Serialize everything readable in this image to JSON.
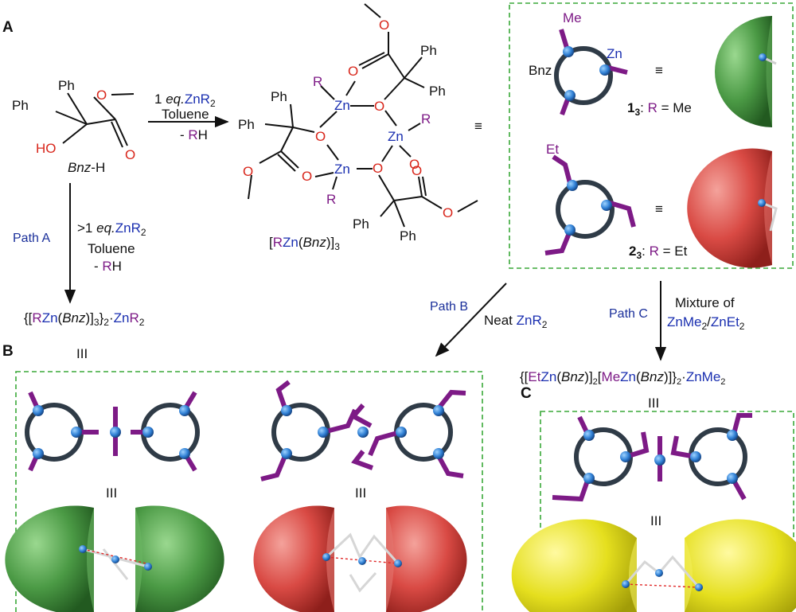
{
  "panels": {
    "A": "A",
    "B": "B",
    "C": "C"
  },
  "colors": {
    "zn": "#1a2fb0",
    "r_group": "#7d1a86",
    "oxygen": "#d8261b",
    "green_cap": "#4b9a45",
    "red_cap": "#d94a44",
    "yellow_cap": "#e5df1e",
    "dashed_box": "#3aa839"
  },
  "start": {
    "ph1": "Ph",
    "ph2": "Ph",
    "ho": "HO",
    "o": "O",
    "name_italic": "Bnz",
    "name_suffix": "-H"
  },
  "step1": {
    "reagent": "1 eq.ZnR2",
    "solvent": "Toluene",
    "byproduct": "- RH"
  },
  "trimer": {
    "zn": "Zn",
    "r": "R",
    "o": "O",
    "ph": "Ph",
    "formula": "[RZn(Bnz)]3"
  },
  "equiv": "≡",
  "schematic": {
    "me": "Me",
    "et": "Et",
    "bnz": "Bnz",
    "zn": "Zn",
    "label1": "13: R = Me",
    "label2": "23: R = Et"
  },
  "pathA": {
    "name": "Path A",
    "reagent": ">1 eq.ZnR2",
    "solvent": "Toluene",
    "byproduct": "- RH",
    "product": "{[RZn(Bnz)]3}2·ZnR2"
  },
  "pathB": {
    "name": "Path B",
    "reagent": "Neat ZnR2"
  },
  "pathC": {
    "name": "Path C",
    "reagent_line1": "Mixture of",
    "reagent_line2": "ZnMe2/ZnEt2",
    "product": "{[EtZn(Bnz)]2[MeZn(Bnz)]}2·ZnMe2"
  },
  "three_bar": "III"
}
